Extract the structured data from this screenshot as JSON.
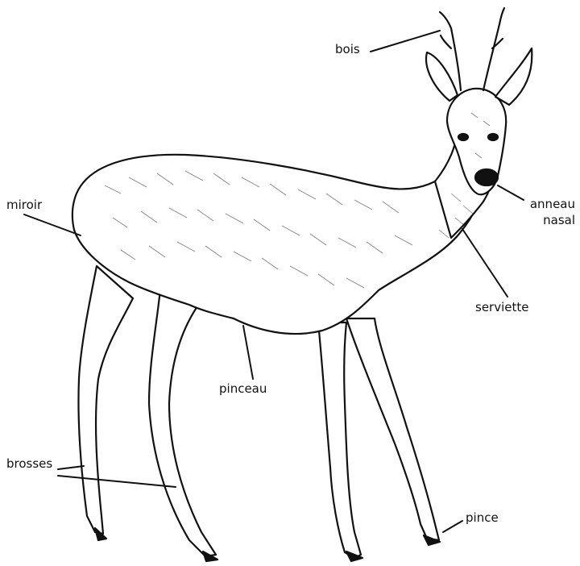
{
  "labels": {
    "bois": "bois",
    "miroir": "miroir",
    "anneau_line1": "anneau",
    "anneau_line2": "nasal",
    "serviette": "serviette",
    "pinceau": "pinceau",
    "brosses": "brosses",
    "pince": "pince"
  },
  "colors": {
    "ink": "#111111",
    "background": "#ffffff"
  }
}
